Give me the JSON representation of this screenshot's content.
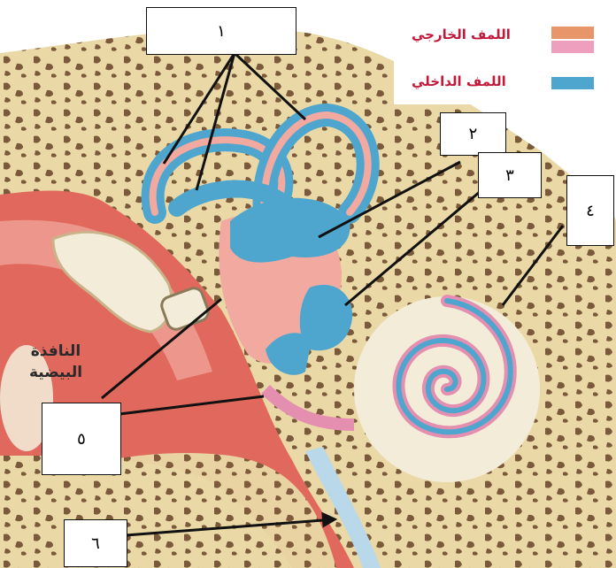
{
  "legend": {
    "perilymph_label": "اللمف الخارجي",
    "endolymph_label": "اللمف الداخلي",
    "perilymph_colors": [
      "#e8956a",
      "#ef9fbe"
    ],
    "endolymph_color": "#4ea6cf"
  },
  "labels": {
    "n1": "١",
    "n2": "٢",
    "n3": "٣",
    "n4": "٤",
    "n5": "٥",
    "n6": "٦"
  },
  "oval_window": {
    "line1": "النافذة",
    "line2": "البيضية"
  },
  "colors": {
    "bone": "#ead9a6",
    "bone_pore": "#7a5a3a",
    "tissue_red": "#e0685c",
    "tissue_pink": "#f2a9a0",
    "membrane_blue": "#4ea6cf",
    "membrane_pink": "#e58fb0"
  }
}
